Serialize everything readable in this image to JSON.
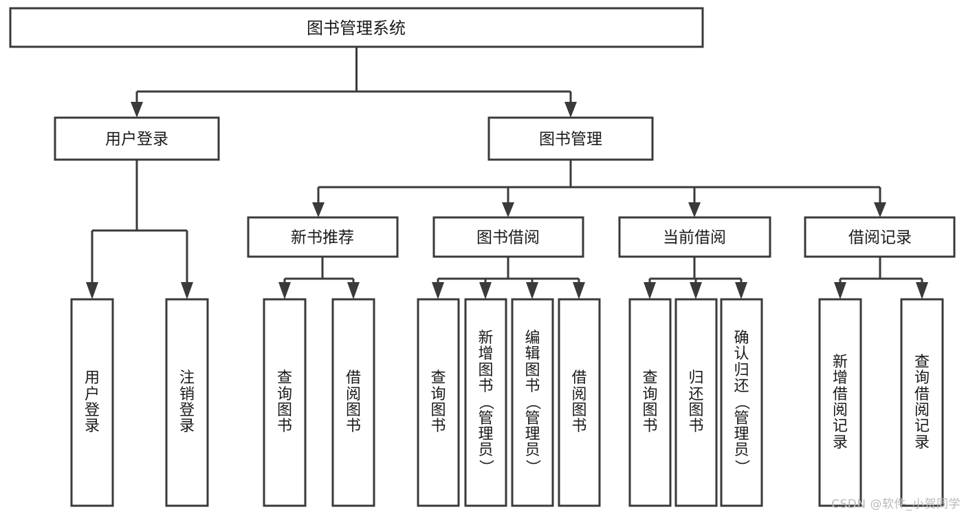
{
  "diagram": {
    "type": "tree-hierarchy",
    "title": "图书管理系统",
    "root": {
      "label": "图书管理系统"
    },
    "level2": [
      {
        "label": "用户登录"
      },
      {
        "label": "图书管理"
      }
    ],
    "level3": [
      {
        "label": "新书推荐"
      },
      {
        "label": "图书借阅"
      },
      {
        "label": "当前借阅"
      },
      {
        "label": "借阅记录"
      }
    ],
    "leaves": {
      "user_login": [
        {
          "label": "用户登录"
        },
        {
          "label": "注销登录"
        }
      ],
      "new_book_recommend": [
        {
          "label": "查询图书"
        },
        {
          "label": "借阅图书"
        }
      ],
      "book_borrow": [
        {
          "label": "查询图书"
        },
        {
          "label": "新增图书（管理员）"
        },
        {
          "label": "编辑图书（管理员）"
        },
        {
          "label": "借阅图书"
        }
      ],
      "current_borrow": [
        {
          "label": "查询图书"
        },
        {
          "label": "归还图书"
        },
        {
          "label": "确认归还（管理员）"
        }
      ],
      "borrow_record": [
        {
          "label": "新增借阅记录"
        },
        {
          "label": "查询借阅记录"
        }
      ]
    }
  },
  "watermark": {
    "text": "CSDN @软件_小贺同学"
  },
  "colors": {
    "stroke": "#3a3a3a",
    "fill": "#ffffff",
    "text": "#1a1a1a",
    "watermark": "#b9b9b9"
  }
}
